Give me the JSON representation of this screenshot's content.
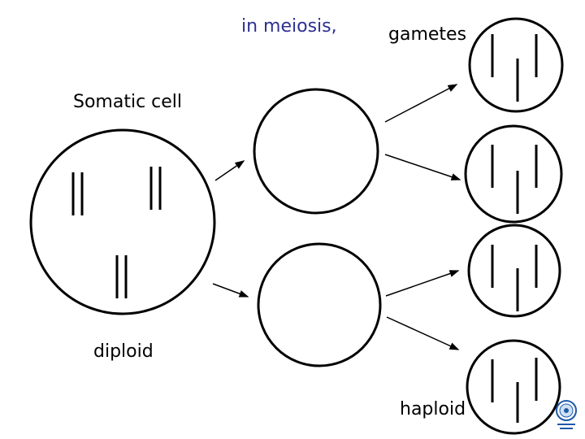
{
  "labels": {
    "in_meiosis": "in meiosis,",
    "gametes": "gametes",
    "somatic_cell": "Somatic cell",
    "diploid": "diploid",
    "haploid": "haploid"
  },
  "colors": {
    "heading_blue": "#2e3192",
    "line_black": "#000000",
    "logo_blue": "#1e5aa8"
  },
  "icons": {
    "logo": "university-seal-icon"
  }
}
